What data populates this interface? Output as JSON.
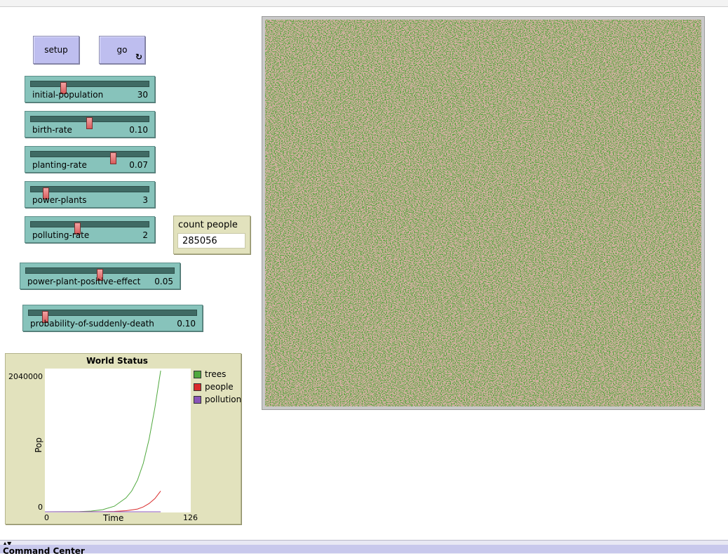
{
  "buttons": {
    "setup_label": "setup",
    "go_label": "go"
  },
  "sliders": [
    {
      "label": "initial-population",
      "value": "30",
      "fraction": 0.28
    },
    {
      "label": "birth-rate",
      "value": "0.10",
      "fraction": 0.5
    },
    {
      "label": "planting-rate",
      "value": "0.07",
      "fraction": 0.7
    },
    {
      "label": "power-plants",
      "value": "3",
      "fraction": 0.13
    },
    {
      "label": "polluting-rate",
      "value": "2",
      "fraction": 0.4
    },
    {
      "label": "power-plant-positive-effect",
      "value": "0.05",
      "fraction": 0.5
    },
    {
      "label": "probability-of-suddenly-death",
      "value": "0.10",
      "fraction": 0.1
    }
  ],
  "monitor": {
    "label": "count people",
    "value": "285056"
  },
  "plot": {
    "title": "World Status",
    "y_max": "2040000",
    "y_min": "0",
    "x_min": "0",
    "x_max": "126",
    "x_label": "Time",
    "y_label": "Pop",
    "legend": [
      {
        "name": "trees",
        "color": "#4fa83d"
      },
      {
        "name": "people",
        "color": "#d92b2b"
      },
      {
        "name": "pollution",
        "color": "#8a55b8"
      }
    ]
  },
  "chart_data": {
    "type": "line",
    "title": "World Status",
    "xlabel": "Time",
    "ylabel": "Pop",
    "xlim": [
      0,
      126
    ],
    "ylim": [
      0,
      2040000
    ],
    "series": [
      {
        "name": "trees",
        "color": "#4fa83d",
        "x": [
          0,
          20,
          30,
          40,
          50,
          60,
          70,
          75,
          80,
          85,
          90,
          95,
          100
        ],
        "y": [
          0,
          1000,
          3000,
          10000,
          30000,
          80000,
          200000,
          300000,
          460000,
          700000,
          1050000,
          1500000,
          2040000
        ]
      },
      {
        "name": "people",
        "color": "#d92b2b",
        "x": [
          0,
          50,
          60,
          70,
          80,
          85,
          90,
          95,
          100
        ],
        "y": [
          0,
          1000,
          5000,
          15000,
          40000,
          70000,
          120000,
          190000,
          300000
        ]
      },
      {
        "name": "pollution",
        "color": "#8a55b8",
        "x": [
          0,
          100
        ],
        "y": [
          0,
          0
        ]
      }
    ]
  },
  "world": {
    "ground_color": "#53a53a",
    "patch_color": "#b07060"
  },
  "command_center": {
    "label": "Command Center"
  }
}
